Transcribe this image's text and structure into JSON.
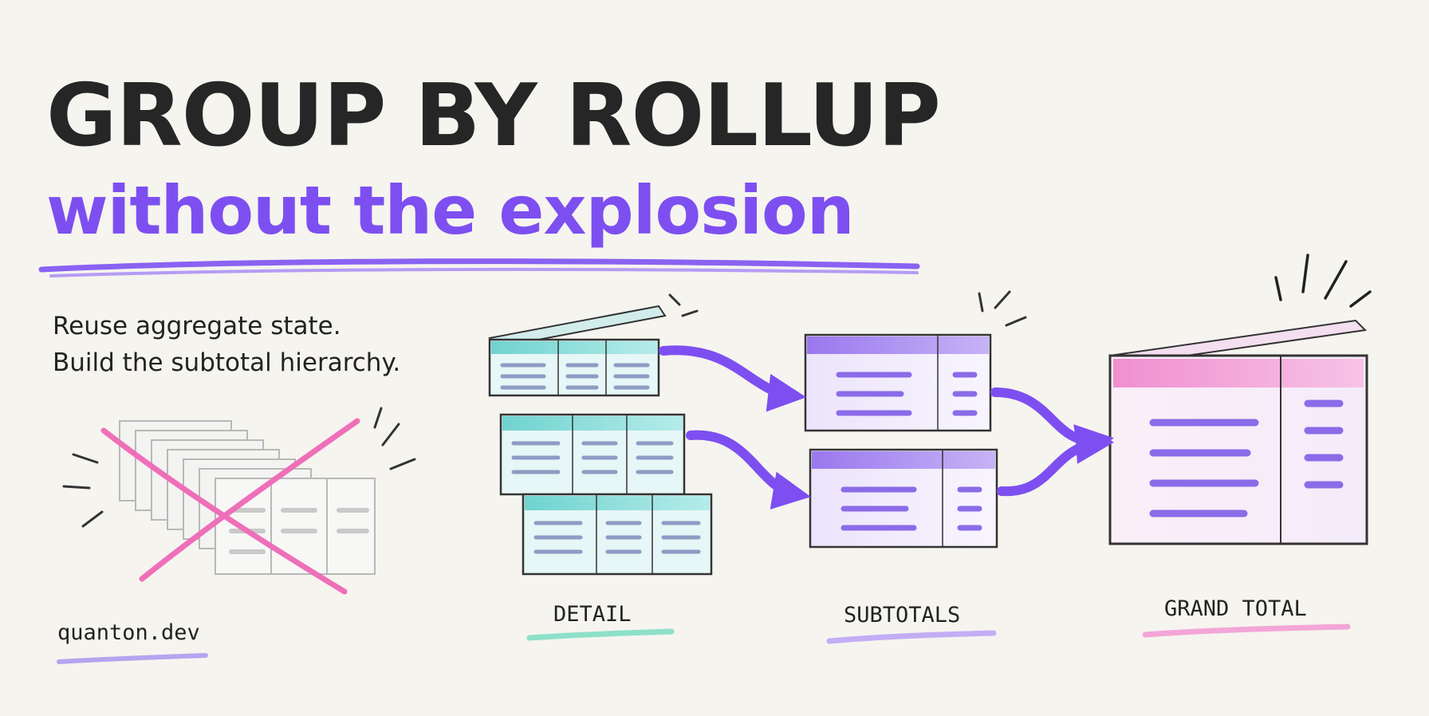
{
  "heading": {
    "title": "GROUP BY ROLLUP",
    "subtitle": "without the explosion"
  },
  "tagline": {
    "line1": "Reuse aggregate state.",
    "line2": "Build the subtotal hierarchy."
  },
  "stages": {
    "detail": "DETAIL",
    "subtotals": "SUBTOTALS",
    "grand_total": "GRAND TOTAL"
  },
  "site": "quanton.dev",
  "colors": {
    "title": "#262626",
    "accent_purple": "#7d4ff0",
    "detail_teal": "#5cc9c6",
    "subtotal_violet": "#a98af0",
    "grand_total_pink": "#ef8fd0",
    "cross_pink": "#ee6fb9"
  }
}
